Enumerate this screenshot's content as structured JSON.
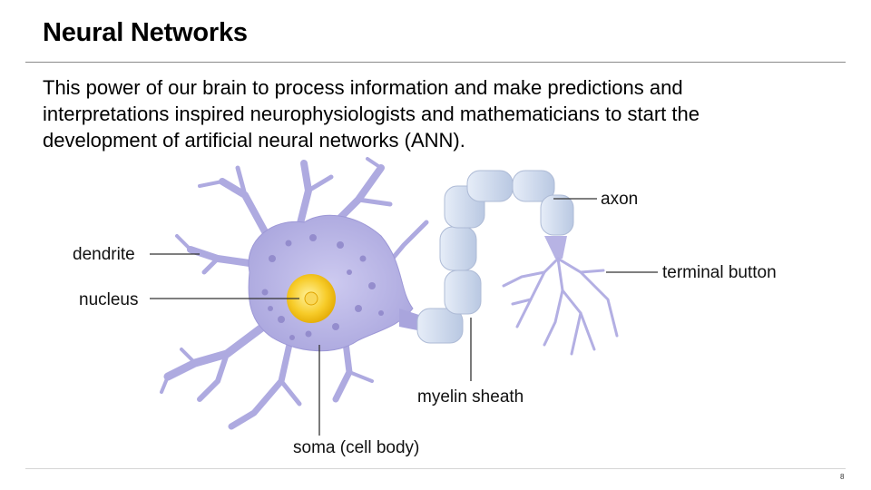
{
  "slide": {
    "title": "Neural Networks",
    "body_lines": [
      "This power of our brain to process information and make predictions and",
      "interpretations inspired neurophysiologists and mathematicians to start the",
      "development of artificial neural networks (ANN)."
    ],
    "page_number": "8"
  },
  "diagram": {
    "labels": {
      "dendrite": "dendrite",
      "nucleus": "nucleus",
      "soma": "soma (cell body)",
      "myelin": "myelin sheath",
      "axon": "axon",
      "terminal": "terminal button"
    },
    "colors": {
      "cell_body": "#b9b6e6",
      "cell_dots": "#8e86c9",
      "nucleus": "#f5c21b",
      "myelin": "#d4def0",
      "leader_line": "#333333"
    }
  }
}
